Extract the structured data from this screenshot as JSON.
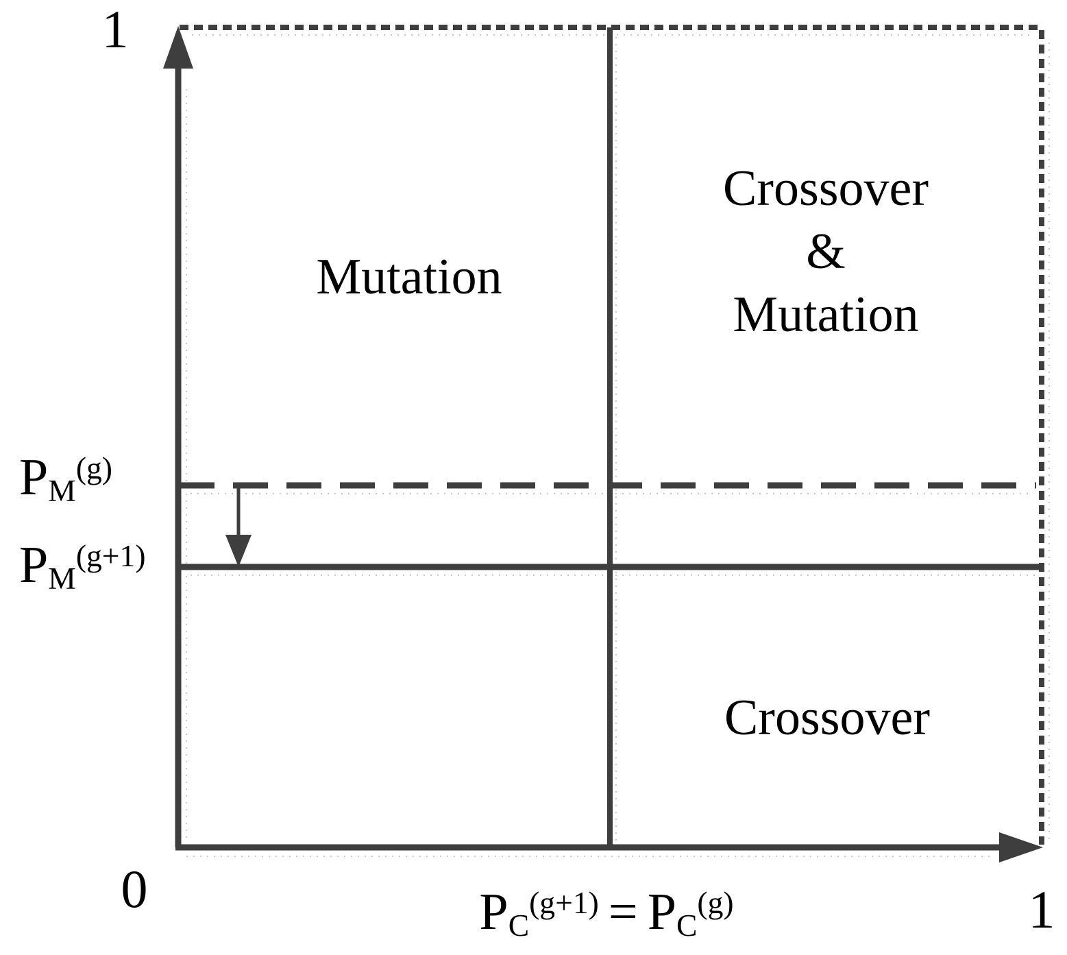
{
  "diagram": {
    "axes": {
      "y_top_tick": "1",
      "origin_tick": "0",
      "x_right_tick": "1",
      "y_label_upper": {
        "base": "P",
        "sub": "M",
        "sup": "(g)"
      },
      "y_label_lower": {
        "base": "P",
        "sub": "M",
        "sup": "(g+1)"
      },
      "x_axis_label": {
        "base1": "P",
        "sub1": "C",
        "sup1": "(g+1)",
        "equals": "=",
        "base2": "P",
        "sub2": "C",
        "sup2": "(g)"
      }
    },
    "regions": {
      "top_left": "Mutation",
      "top_right": [
        "Crossover",
        "&",
        "Mutation"
      ],
      "bottom_right": "Crossover"
    },
    "colors": {
      "line": "#3e3e3e",
      "text": "#000000",
      "shadow": "#c9c9c9",
      "background": "#ffffff"
    }
  }
}
